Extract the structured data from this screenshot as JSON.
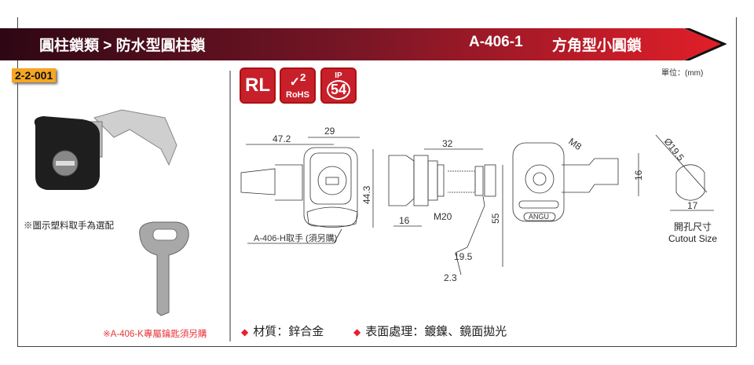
{
  "header": {
    "category": "圓柱鎖類 > 防水型圓柱鎖",
    "model": "A-406-1",
    "product_name": "方角型小圓鎖"
  },
  "code_badge": "2-2-001",
  "unit": "單位：(mm)",
  "certs": {
    "rl": "RL",
    "rohs": "RoHS",
    "rohs_num": "2",
    "ip": "IP",
    "ip_num": "54"
  },
  "notes": {
    "handle_optional": "※圖示塑料取手為選配",
    "key_note": "※A-406-K專屬鑰匙須另購"
  },
  "specs": [
    {
      "label": "材質：鋅合金"
    },
    {
      "label": "表面處理：鍍鎳、鏡面拋光"
    }
  ],
  "dims": {
    "d47": "47.2",
    "d29": "29",
    "d44": "44.3",
    "handle": "A-406-H取手 (須另購)",
    "d32": "32",
    "d16a": "16",
    "m20": "M20",
    "d55": "55",
    "d195": "19.5",
    "d23": "2.3",
    "m8": "M8",
    "d16b": "16",
    "angu": "ANGU",
    "dia": "Ø19.5",
    "d17": "17",
    "cutout_cn": "開孔尺寸",
    "cutout_en": "Cutout Size"
  },
  "colors": {
    "accent": "#e8202a",
    "banner_dark": "#3a0a18",
    "badge": "#f6a623"
  }
}
